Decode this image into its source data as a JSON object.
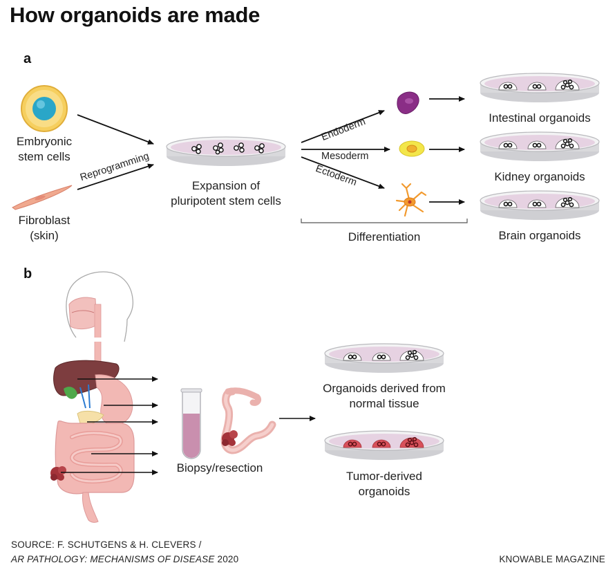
{
  "title": "How organoids are made",
  "panels": {
    "a": "a",
    "b": "b"
  },
  "panel_a": {
    "embryonic": [
      "Embryonic",
      "stem cells"
    ],
    "fibroblast": [
      "Fibroblast",
      "(skin)"
    ],
    "reprogramming": "Reprogramming",
    "expansion": [
      "Expansion of",
      "pluripotent stem cells"
    ],
    "endoderm": "Endoderm",
    "mesoderm": "Mesoderm",
    "ectoderm": "Ectoderm",
    "differentiation": "Differentiation",
    "intestinal": "Intestinal organoids",
    "kidney": "Kidney organoids",
    "brain": "Brain organoids"
  },
  "panel_b": {
    "biopsy": "Biopsy/resection",
    "normal": [
      "Organoids derived from",
      "normal tissue"
    ],
    "tumor": [
      "Tumor-derived",
      "organoids"
    ]
  },
  "footer": {
    "source_line1": "SOURCE: F. SCHUTGENS & H. CLEVERS /",
    "source_journal": "AR PATHOLOGY: MECHANISMS OF DISEASE",
    "source_year": " 2020",
    "brand": "KNOWABLE MAGAZINE"
  },
  "colors": {
    "dish_medium": "#e6d2e2",
    "dish_rim": "#b9b9bd",
    "endoderm_cell": "#8a2e86",
    "mesoderm_cell": "#f3e64a",
    "ectoderm_cell": "#f29a2e",
    "stem_cell_outer": "#f6cf5f",
    "stem_cell_nucleus": "#2aa6c8",
    "fibroblast": "#f0a98f",
    "tumor": "#a4333a",
    "tube_liquid": "#c98fae",
    "organ_pink": "#f2b8b4"
  }
}
